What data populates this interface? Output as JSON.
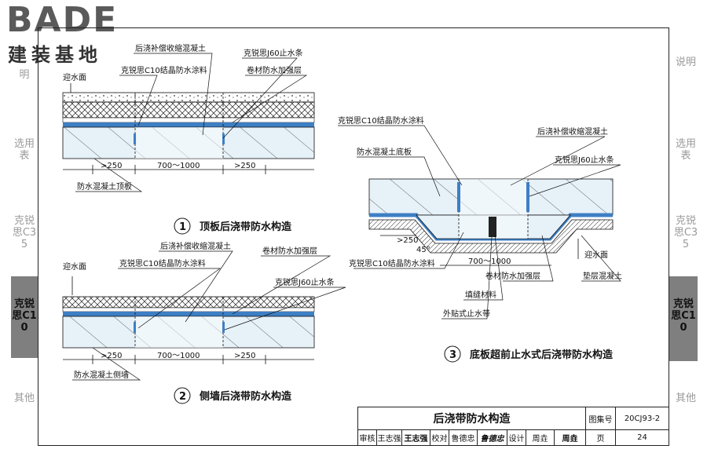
{
  "logo": {
    "brand": "BADE",
    "subtitle": "建装基地"
  },
  "side_tabs_left": [
    {
      "label": "明",
      "active": false
    },
    {
      "label": "选用表",
      "active": false
    },
    {
      "label": "克锐思C35",
      "active": false
    },
    {
      "label": "克锐思C10",
      "active": true
    },
    {
      "label": "其他",
      "active": false
    }
  ],
  "side_tabs_right": [
    {
      "label": "说明",
      "active": false
    },
    {
      "label": "选用表",
      "active": false
    },
    {
      "label": "克锐思C35",
      "active": false
    },
    {
      "label": "克锐思C10",
      "active": true
    },
    {
      "label": "其他",
      "active": false
    }
  ],
  "detail1": {
    "number": "1",
    "title": "顶板后浇带防水构造",
    "labels": {
      "concrete": "后浇补偿收缩混凝土",
      "coating": "克锐思C10结晶防水涂料",
      "waterstop": "克锐思J60止水条",
      "membrane": "卷材防水加强层",
      "water_face": "迎水面",
      "slab": "防水混凝土顶板"
    },
    "dims": [
      ">250",
      "700～1000",
      ">250"
    ]
  },
  "detail2": {
    "number": "2",
    "title": "侧墙后浇带防水构造",
    "labels": {
      "concrete": "后浇补偿收缩混凝土",
      "membrane": "卷材防水加强层",
      "coating": "克锐思C10结晶防水涂料",
      "water_face": "迎水面",
      "waterstop": "克锐思J60止水条",
      "wall": "防水混凝土侧墙"
    },
    "dims": [
      ">250",
      "700～1000",
      ">250"
    ]
  },
  "detail3": {
    "number": "3",
    "title": "底板超前止水式后浇带防水构造",
    "labels": {
      "coating_top": "克锐思C10结晶防水涂料",
      "concrete": "后浇补偿收缩混凝土",
      "base_slab": "防水混凝土底板",
      "waterstop": "克锐思J60止水条",
      "coating_bottom": "克锐思C10结晶防水涂料",
      "water_face": "迎水面",
      "membrane": "卷材防水加强层",
      "cushion": "垫层混凝土",
      "filler": "填缝材料",
      "external_stop": "外贴式止水带"
    },
    "dims": [
      ">250",
      "45°",
      "700～1000"
    ]
  },
  "title_block": {
    "drawing_title": "后浇带防水构造",
    "atlas_label": "图集号",
    "atlas_no": "20CJ93-2",
    "review_label": "审核",
    "reviewer": "王志强",
    "reviewer_sign": "王志强",
    "check_label": "校对",
    "checker": "鲁德忠",
    "checker_sign": "鲁德忠",
    "design_label": "设计",
    "designer": "周垚",
    "designer_sign": "周垚",
    "page_label": "页",
    "page_no": "24"
  },
  "colors": {
    "membrane_blue": "#3d7fc4",
    "concrete_fill": "#e6f1f8",
    "hatch": "#444444",
    "active_tab": "#7f7f7f"
  }
}
